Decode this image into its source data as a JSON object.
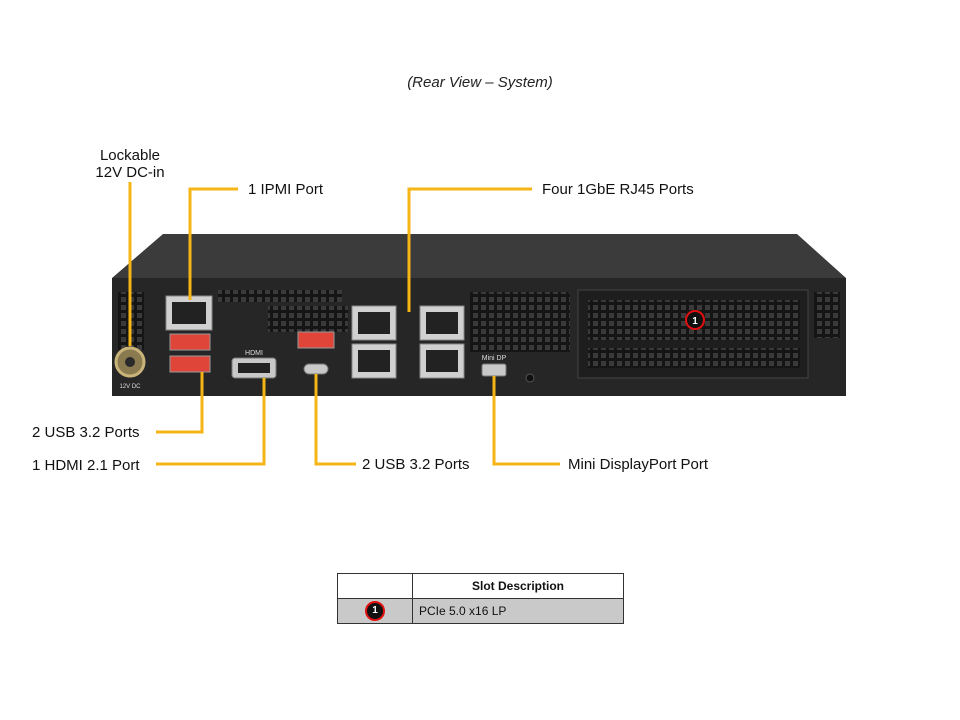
{
  "caption": "(Rear View – System)",
  "labels": {
    "dc_in_line1": "Lockable",
    "dc_in_line2": "12V DC-in",
    "ipmi": "1 IPMI Port",
    "rj45": "Four 1GbE RJ45 Ports",
    "usb_left": "2 USB 3.2 Ports",
    "hdmi": "1 HDMI 2.1 Port",
    "usb_center": "2 USB 3.2 Ports",
    "minidp": "Mini DisplayPort Port"
  },
  "panel_markings": {
    "dc": "12V DC",
    "hdmi": "HDMI",
    "minidp": "Mini DP",
    "slot_badge": "1"
  },
  "table": {
    "header_num": "",
    "header_desc": "Slot Description",
    "rows": [
      {
        "num": "1",
        "desc": "PCIe 5.0 x16 LP"
      }
    ]
  },
  "colors": {
    "leader": "#f5b514",
    "chassis": "#2a2a2a",
    "usb_red": "#e0453a",
    "badge_ring": "#e01010"
  }
}
